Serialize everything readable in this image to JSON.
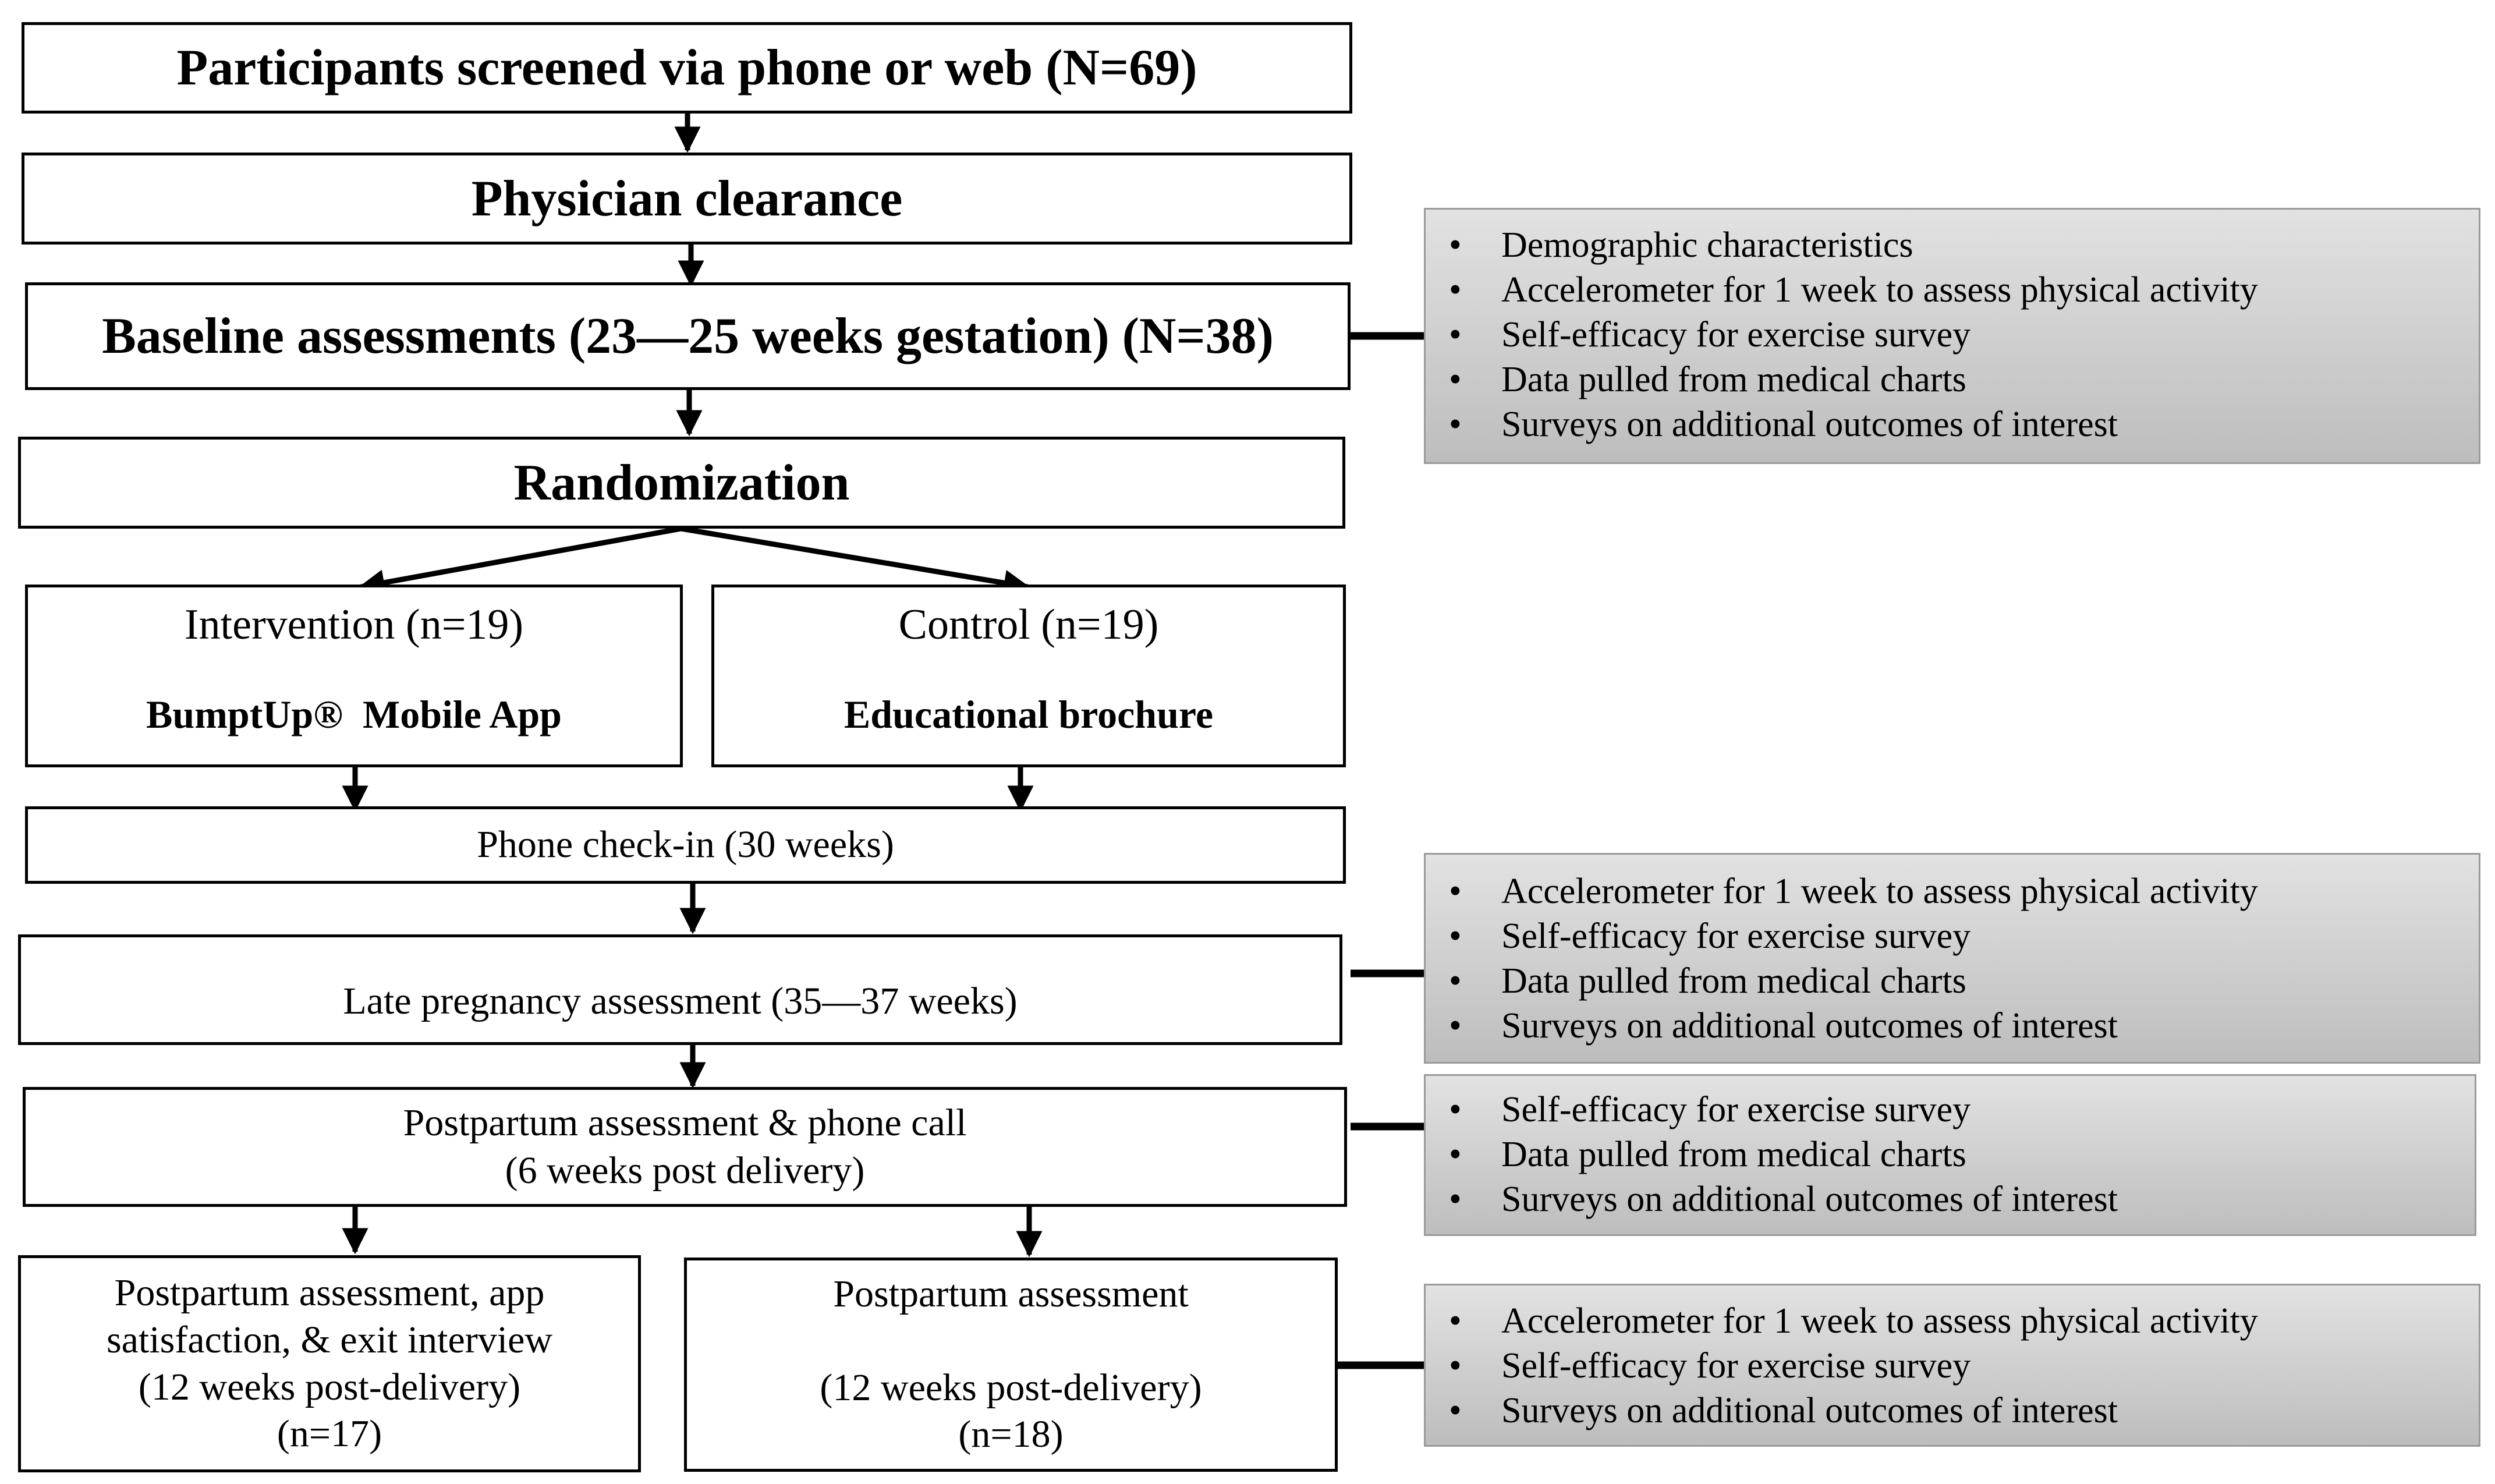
{
  "steps": {
    "screened": "Participants screened via phone or web (N=69)",
    "clearance": "Physician clearance",
    "baseline": "Baseline assessments (23—25 weeks gestation) (N=38)",
    "randomization": "Randomization",
    "intervention": {
      "title": "Intervention (n=19)",
      "sub": "BumptUp®  Mobile App"
    },
    "control": {
      "title": "Control (n=19)",
      "sub": "Educational brochure"
    },
    "checkin": "Phone check-in (30 weeks)",
    "late": "Late pregnancy assessment (35—37 weeks)",
    "postpartum6": {
      "line1": "Postpartum assessment & phone call",
      "line2": "(6 weeks post delivery)"
    },
    "pp12_left": {
      "line1": "Postpartum assessment, app",
      "line2": "satisfaction, & exit interview",
      "line3": "(12 weeks post-delivery)",
      "line4": "(n=17)"
    },
    "pp12_right": {
      "line1": "Postpartum assessment",
      "line2": "(12 weeks post-delivery)",
      "line3": "(n=18)"
    }
  },
  "panels": {
    "baseline": [
      "Demographic characteristics",
      "Accelerometer for 1 week to assess physical activity",
      "Self-efficacy for exercise survey",
      "Data pulled from medical charts",
      "Surveys on additional outcomes of interest"
    ],
    "late": [
      "Accelerometer for 1 week to assess physical activity",
      "Self-efficacy for exercise survey",
      "Data pulled from medical charts",
      "Surveys on additional outcomes of interest"
    ],
    "postpartum6": [
      "Self-efficacy for exercise survey",
      "Data pulled from medical charts",
      "Surveys on additional outcomes of interest"
    ],
    "postpartum12": [
      "Accelerometer for 1 week to assess physical activity",
      "Self-efficacy for exercise survey",
      "Surveys on additional outcomes of interest"
    ]
  },
  "bullet_char": "•",
  "colors": {
    "panel_top": "#e2e2e2",
    "panel_bottom": "#bdbdbd",
    "panel_border": "#9a9a9a",
    "stroke": "#000000"
  }
}
